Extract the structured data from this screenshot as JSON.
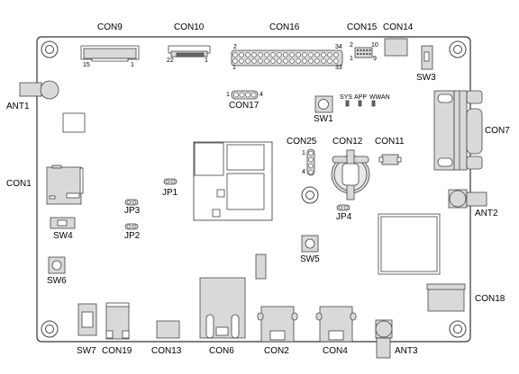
{
  "labels": {
    "con9": "CON9",
    "con10": "CON10",
    "con16": "CON16",
    "con15": "CON15",
    "con14": "CON14",
    "ant1": "ANT1",
    "sw3": "SW3",
    "con7": "CON7",
    "con17": "CON17",
    "sw1": "SW1",
    "con1": "CON1",
    "con25": "CON25",
    "con12": "CON12",
    "con11": "CON11",
    "jp1": "JP1",
    "jp3": "JP3",
    "jp2": "JP2",
    "jp4": "JP4",
    "ant2": "ANT2",
    "sw4": "SW4",
    "sw5": "SW5",
    "sw6": "SW6",
    "con18": "CON18",
    "sw7": "SW7",
    "con19": "CON19",
    "con13": "CON13",
    "con6": "CON6",
    "con2": "CON2",
    "con4": "CON4",
    "ant3": "ANT3"
  },
  "pins": {
    "con9_15": "15",
    "con9_1": "1",
    "con10_22": "22",
    "con10_1": "1",
    "con16_2": "2",
    "con16_34": "34",
    "con16_1": "1",
    "con16_33": "33",
    "con15_2": "2",
    "con15_10": "10",
    "con15_1": "1",
    "con15_9": "9",
    "con17_1": "1",
    "con17_4": "4",
    "con25_1": "1",
    "con25_4": "4"
  },
  "leds": {
    "sys": "SYS",
    "app": "APP",
    "wwan": "WWAN"
  },
  "colors": {
    "board_stroke": "#333333",
    "part_fill": "#d9d9d9",
    "part_stroke": "#444444"
  }
}
